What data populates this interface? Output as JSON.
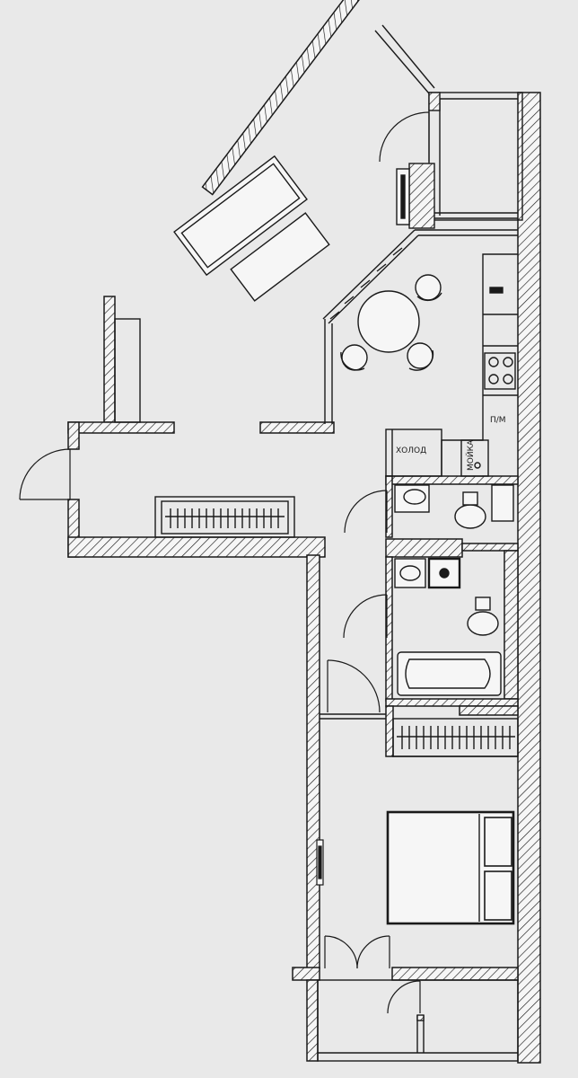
{
  "floor_plan": {
    "labels": {
      "fridge": "ХОЛОД",
      "sink": "МОЙКА",
      "dishwasher": "П/М"
    },
    "colors": {
      "background": "#e9e9e9",
      "line": "#1a1a1a",
      "wall_fill": "#f6f6f6"
    }
  }
}
